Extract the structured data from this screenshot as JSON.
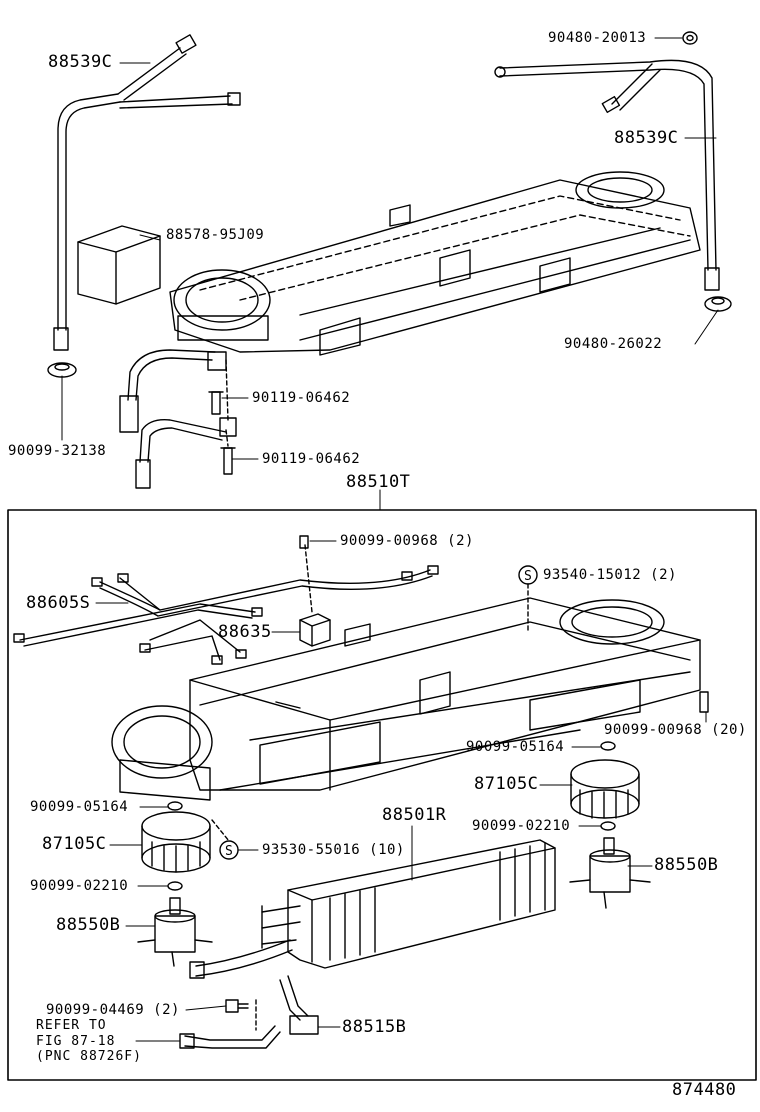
{
  "labels": {
    "p88539c_left": "88539C",
    "p90480_20013": "90480-20013",
    "p88539c_right": "88539C",
    "p88578": "88578-95J09",
    "p90480_26022": "90480-26022",
    "p90119_a": "90119-06462",
    "p90099_32138": "90099-32138",
    "p90119_b": "90119-06462",
    "p88510t": "88510T",
    "p90099_00968_2": "90099-00968 (2)",
    "p93540": "93540-15012 (2)",
    "p88605s": "88605S",
    "p88635": "88635",
    "p90099_00968_20": "90099-00968 (20)",
    "p90099_05164_r": "90099-05164",
    "p87105c_r": "87105C",
    "p90099_05164_l": "90099-05164",
    "p88501r": "88501R",
    "p90099_02210_r": "90099-02210",
    "p87105c_l": "87105C",
    "p93530": "93530-55016 (10)",
    "p88550b_r": "88550B",
    "p90099_02210_l": "90099-02210",
    "p88550b_l": "88550B",
    "p90099_04469": "90099-04469 (2)",
    "refer1": "REFER TO",
    "refer2": "FIG 87-18",
    "refer3": "(PNC 88726F)",
    "p88515b": "88515B",
    "diagram_no": "874480"
  },
  "symbols": {
    "s_mark": "S"
  }
}
